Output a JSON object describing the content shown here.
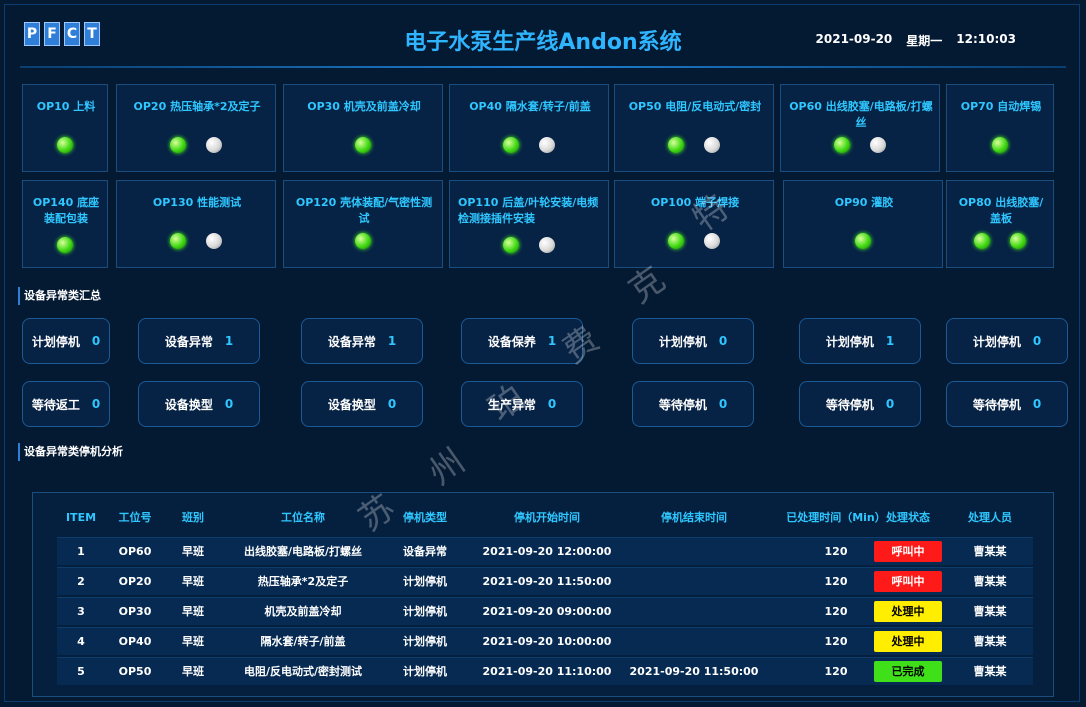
{
  "header": {
    "logo_letters": [
      "P",
      "F",
      "C",
      "T"
    ],
    "title": "电子水泵生产线Andon系统",
    "date": "2021-09-20",
    "weekday": "星期一",
    "time": "12:10:03"
  },
  "stations_row1": [
    {
      "name": "OP10 上料",
      "lamps": [
        "green"
      ]
    },
    {
      "name": "OP20 热压轴承*2及定子",
      "lamps": [
        "green",
        "white"
      ]
    },
    {
      "name": "OP30 机壳及前盖冷却",
      "lamps": [
        "green"
      ]
    },
    {
      "name": "OP40 隔水套/转子/前盖",
      "lamps": [
        "green",
        "white"
      ]
    },
    {
      "name": "OP50 电阻/反电动式/密封",
      "lamps": [
        "green",
        "white"
      ]
    },
    {
      "name": "OP60 出线胶塞/电路板/打螺丝",
      "lamps": [
        "green",
        "white"
      ]
    },
    {
      "name": "OP70 自动焊锡",
      "lamps": [
        "green"
      ]
    }
  ],
  "stations_row2": [
    {
      "name": "OP140 底座装配包装",
      "lamps": [
        "green"
      ]
    },
    {
      "name": "OP130 性能测试",
      "lamps": [
        "green",
        "white"
      ]
    },
    {
      "name": "OP120 壳体装配/气密性测试",
      "lamps": [
        "green"
      ]
    },
    {
      "name": "OP110 后盖/叶轮安装/电频检测接插件安装",
      "lamps": [
        "green",
        "white"
      ]
    },
    {
      "name": "OP100 端子焊接",
      "lamps": [
        "green",
        "white"
      ]
    },
    {
      "name": "OP90 灌胶",
      "lamps": [
        "green"
      ]
    },
    {
      "name": "OP80 出线胶塞/盖板",
      "lamps": [
        "green",
        "green"
      ]
    }
  ],
  "section1_title": "设备异常类汇总",
  "summary_row1": [
    {
      "label": "计划停机",
      "value": "0"
    },
    {
      "label": "设备异常",
      "value": "1"
    },
    {
      "label": "设备异常",
      "value": "1"
    },
    {
      "label": "设备保养",
      "value": "1"
    },
    {
      "label": "计划停机",
      "value": "0"
    },
    {
      "label": "计划停机",
      "value": "1"
    },
    {
      "label": "计划停机",
      "value": "0"
    }
  ],
  "summary_row2": [
    {
      "label": "等待返工",
      "value": "0"
    },
    {
      "label": "设备换型",
      "value": "0"
    },
    {
      "label": "设备换型",
      "value": "0"
    },
    {
      "label": "生产异常",
      "value": "0"
    },
    {
      "label": "等待停机",
      "value": "0"
    },
    {
      "label": "等待停机",
      "value": "0"
    },
    {
      "label": "等待停机",
      "value": "0"
    }
  ],
  "section2_title": "设备异常类停机分析",
  "table": {
    "headers": [
      "ITEM",
      "工位号",
      "班别",
      "工位名称",
      "停机类型",
      "停机开始时间",
      "停机结束时间",
      "已处理时间（Min）",
      "处理状态",
      "处理人员"
    ],
    "rows": [
      {
        "item": "1",
        "station": "OP60",
        "shift": "早班",
        "name": "出线胶塞/电路板/打螺丝",
        "type": "设备异常",
        "start": "2021-09-20 12:00:00",
        "end": "",
        "elapsed": "120",
        "status": "呼叫中",
        "status_color": "#ff1a1a",
        "status_text_color": "#ffffff",
        "person": "曹某某"
      },
      {
        "item": "2",
        "station": "OP20",
        "shift": "早班",
        "name": "热压轴承*2及定子",
        "type": "计划停机",
        "start": "2021-09-20 11:50:00",
        "end": "",
        "elapsed": "120",
        "status": "呼叫中",
        "status_color": "#ff1a1a",
        "status_text_color": "#ffffff",
        "person": "曹某某"
      },
      {
        "item": "3",
        "station": "OP30",
        "shift": "早班",
        "name": "机壳及前盖冷却",
        "type": "计划停机",
        "start": "2021-09-20 09:00:00",
        "end": "",
        "elapsed": "120",
        "status": "处理中",
        "status_color": "#ffee00",
        "status_text_color": "#000000",
        "person": "曹某某"
      },
      {
        "item": "4",
        "station": "OP40",
        "shift": "早班",
        "name": "隔水套/转子/前盖",
        "type": "计划停机",
        "start": "2021-09-20 10:00:00",
        "end": "",
        "elapsed": "120",
        "status": "处理中",
        "status_color": "#ffee00",
        "status_text_color": "#000000",
        "person": "曹某某"
      },
      {
        "item": "5",
        "station": "OP50",
        "shift": "早班",
        "name": "电阻/反电动式/密封测试",
        "type": "计划停机",
        "start": "2021-09-20 11:10:00",
        "end": "2021-09-20 11:50:00",
        "elapsed": "120",
        "status": "已完成",
        "status_color": "#3fe01a",
        "status_text_color": "#000000",
        "person": "曹某某"
      }
    ]
  },
  "watermark_chars": [
    "苏",
    "州",
    "珀",
    "费",
    "克",
    "特"
  ],
  "colors": {
    "background": "#041a33",
    "accent": "#2fc7ff",
    "lamp_green": "#3fd812",
    "lamp_white": "#d9d9d9"
  }
}
